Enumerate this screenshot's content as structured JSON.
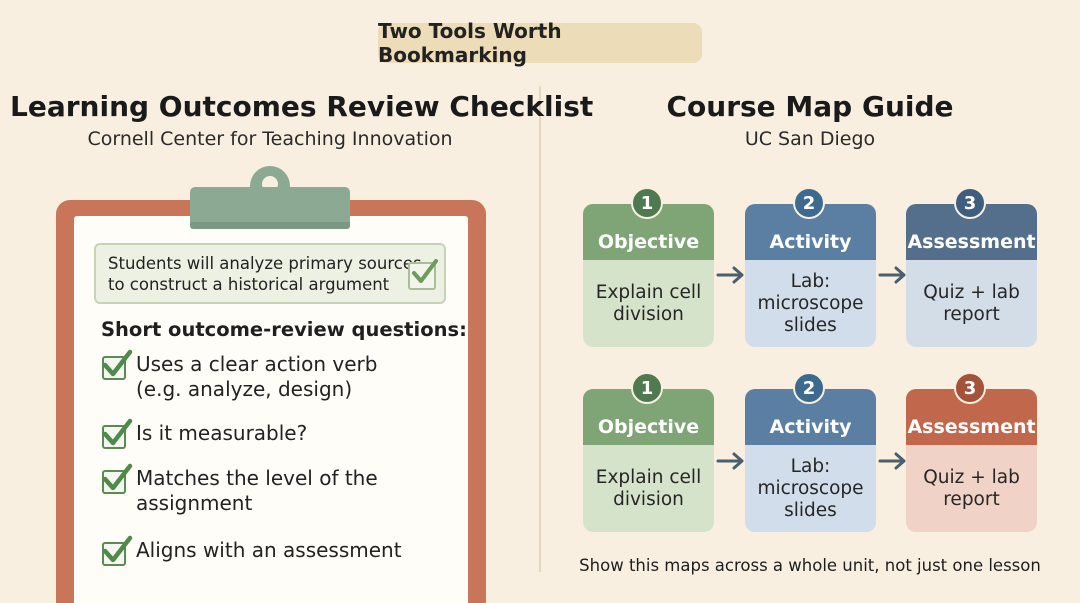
{
  "header": {
    "banner": "Two Tools Worth Bookmarking"
  },
  "left": {
    "title": "Learning Outcomes Review Checklist",
    "subtitle": "Cornell Center for Teaching Innovation",
    "outcome_line1": "Students will analyze primary sources",
    "outcome_line2": "to construct a historical argument",
    "questions_heading": "Short outcome-review questions:",
    "questions": [
      {
        "line1": "Uses a clear action verb",
        "line2": "(e.g. analyze, design)"
      },
      {
        "line1": "Is it measurable?",
        "line2": ""
      },
      {
        "line1": "Matches the level of the",
        "line2": "assignment"
      },
      {
        "line1": "Aligns with an assessment",
        "line2": ""
      }
    ]
  },
  "right": {
    "title": "Course Map Guide",
    "subtitle": "UC San Diego",
    "rows": [
      [
        {
          "num": "1",
          "label": "Objective",
          "line1": "Explain cell",
          "line2": "division",
          "line3": ""
        },
        {
          "num": "2",
          "label": "Activity",
          "line1": "Lab:",
          "line2": "microscope",
          "line3": "slides"
        },
        {
          "num": "3",
          "label": "Assessment",
          "line1": "Quiz + lab",
          "line2": "report",
          "line3": ""
        }
      ],
      [
        {
          "num": "1",
          "label": "Objective",
          "line1": "Explain cell",
          "line2": "division",
          "line3": ""
        },
        {
          "num": "2",
          "label": "Activity",
          "line1": "Lab:",
          "line2": "microscope",
          "line3": "slides"
        },
        {
          "num": "3",
          "label": "Assessment",
          "line1": "Quiz + lab",
          "line2": "report",
          "line3": ""
        }
      ]
    ],
    "note": "Show this maps across a whole unit, not just one lesson"
  },
  "colors": {
    "objective_head": "#7fa476",
    "objective_body": "#d5e3cb",
    "activity_head": "#5a7fa2",
    "activity_body": "#d1ddea",
    "assessment_head": "#546f8c",
    "assessment_body": "#d3dde8",
    "assessment_alt_head": "#c0674c",
    "assessment_alt_body": "#f0d3c6",
    "check_green": "#4f8a4a"
  }
}
